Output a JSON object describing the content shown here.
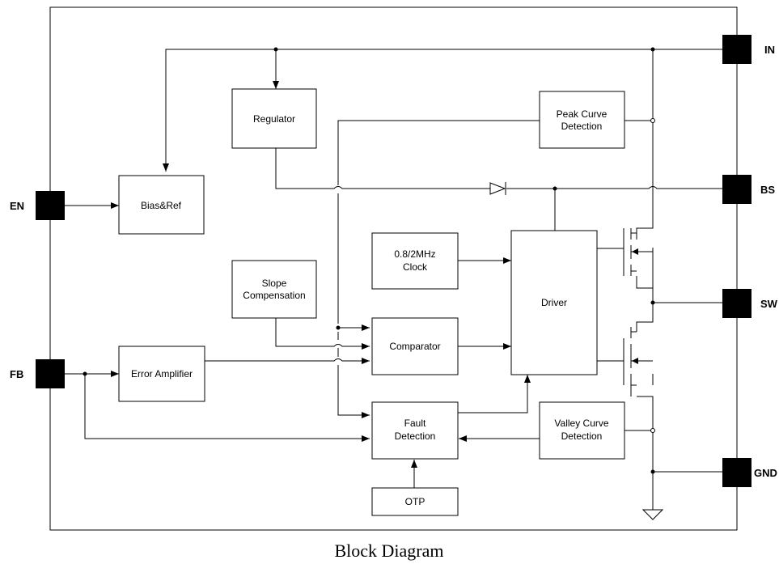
{
  "caption": "Block Diagram",
  "pins": {
    "in": "IN",
    "en": "EN",
    "bs": "BS",
    "sw": "SW",
    "fb": "FB",
    "gnd": "GND"
  },
  "blocks": {
    "regulator": "Regulator",
    "peak_curve": [
      "Peak Curve",
      "Detection"
    ],
    "bias_ref": "Bias&Ref",
    "clock": [
      "0.8/2MHz",
      "Clock"
    ],
    "driver": "Driver",
    "slope_comp": [
      "Slope",
      "Compensation"
    ],
    "comparator": "Comparator",
    "error_amp": "Error Amplifier",
    "fault": [
      "Fault",
      "Detection"
    ],
    "valley_curve": [
      "Valley Curve",
      "Detection"
    ],
    "otp": "OTP"
  }
}
